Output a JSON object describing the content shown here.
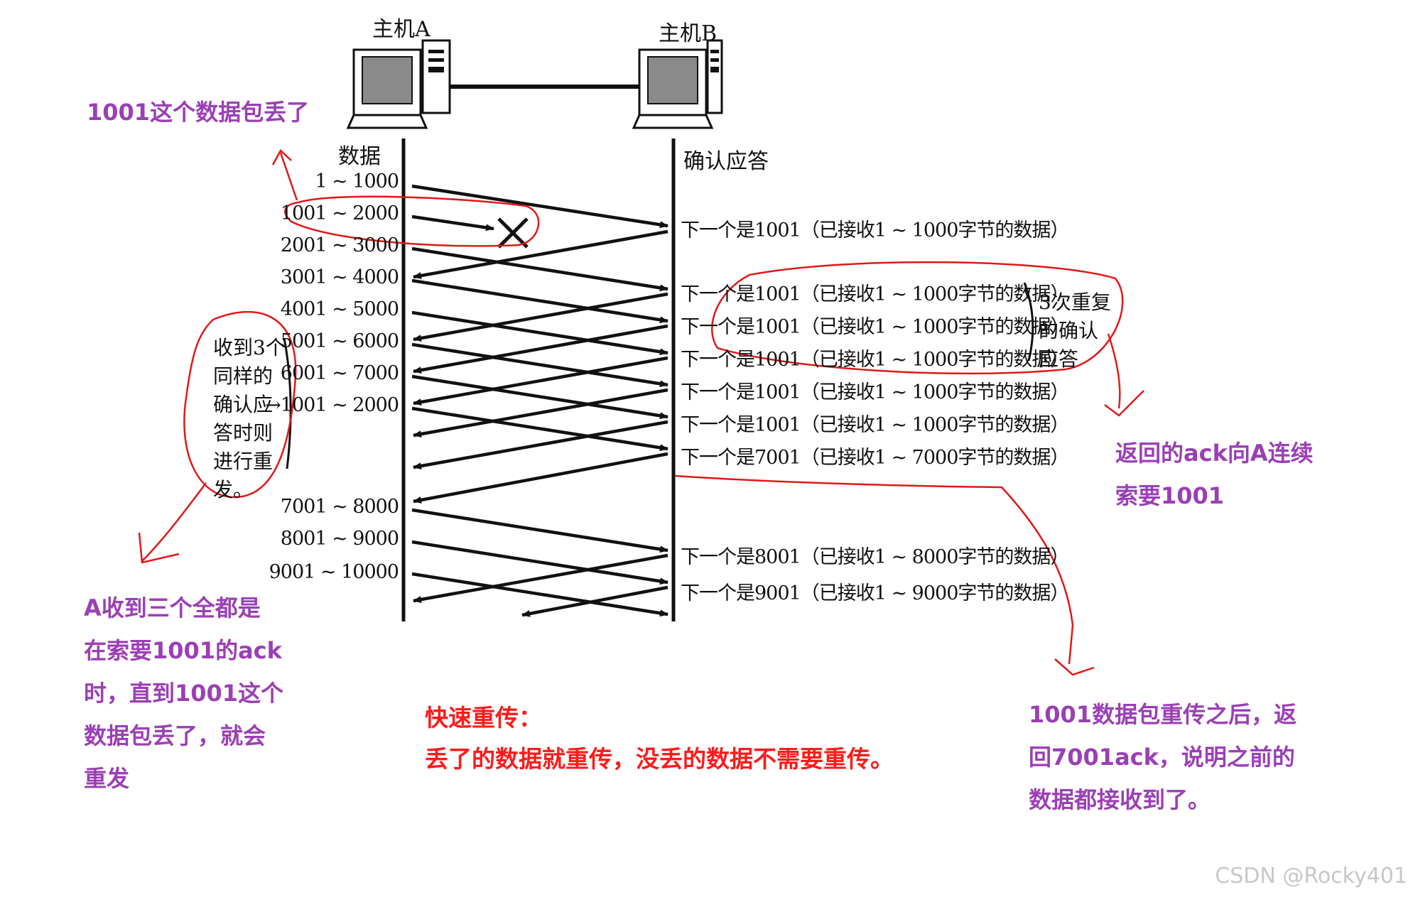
{
  "hosts": {
    "a": "主机A",
    "b": "主机B"
  },
  "columns": {
    "data": "数据",
    "ack": "确认应答"
  },
  "segments": [
    "1 ~ 1000",
    "1001 ~ 2000",
    "2001 ~ 3000",
    "3001 ~ 4000",
    "4001 ~ 5000",
    "5001 ~ 6000",
    "6001 ~ 7000",
    "→1001 ~ 2000",
    "7001 ~ 8000",
    "8001 ~ 9000",
    "9001 ~ 10000"
  ],
  "acks": [
    "下一个是1001（已接收1 ~ 1000字节的数据）",
    "下一个是1001（已接收1 ~ 1000字节的数据）",
    "下一个是1001（已接收1 ~ 1000字节的数据）",
    "下一个是1001（已接收1 ~ 1000字节的数据）",
    "下一个是1001（已接收1 ~ 1000字节的数据）",
    "下一个是1001（已接收1 ~ 1000字节的数据）",
    "下一个是7001（已接收1 ~ 7000字节的数据）",
    "下一个是8001（已接收1 ~ 8000字节的数据）",
    "下一个是9001（已接收1 ~ 9000字节的数据）"
  ],
  "left_note": [
    "收到3个",
    "同样的",
    "确认应",
    "答时则",
    "进行重",
    "发。"
  ],
  "right_note": [
    "3次重复",
    "的确认",
    "应答"
  ],
  "annotations": {
    "lost_packet": "1001这个数据包丢了",
    "a_received": [
      "A收到三个全都是",
      "在索要1001的ack",
      "时，直到1001这个",
      "数据包丢了，就会",
      "重发"
    ],
    "ack_repeat": [
      "返回的ack向A连续",
      "索要1001"
    ],
    "fast_retransmit": [
      "快速重传：",
      "丢了的数据就重传，没丢的数据不需要重传。"
    ],
    "after_resend": [
      "1001数据包重传之后，返",
      "回7001ack，说明之前的",
      "数据都接收到了。"
    ]
  },
  "watermark": "CSDN @Rocky401",
  "colors": {
    "purple": "#9b3fb5",
    "red": "#ff1a1a",
    "ink": "#111111"
  }
}
